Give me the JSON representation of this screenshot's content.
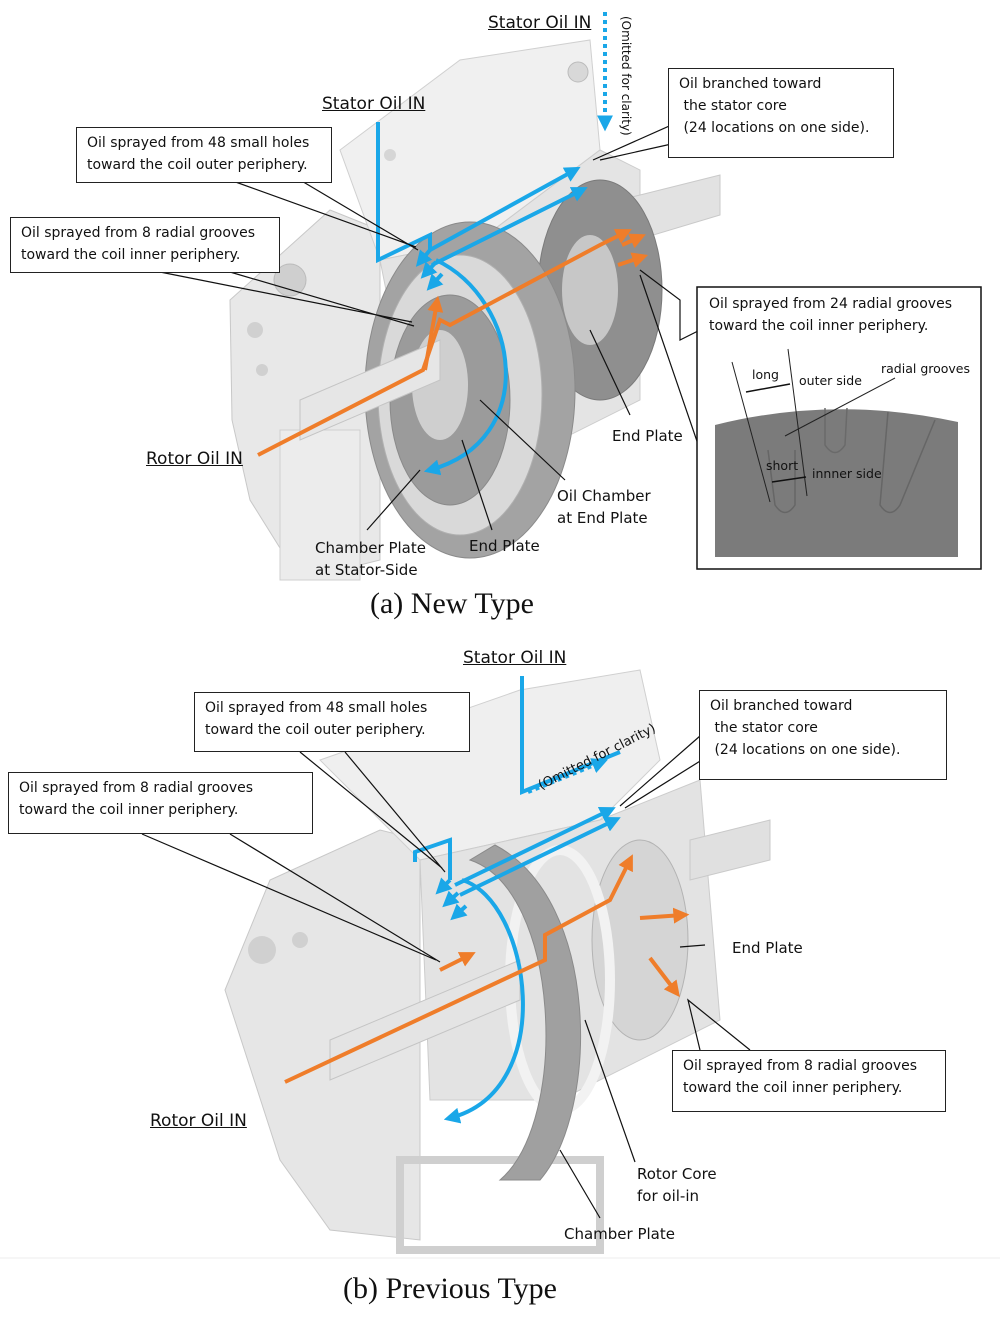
{
  "panel_a": {
    "caption": "(a) New Type",
    "stator_oil_in_top": "Stator Oil IN",
    "stator_oil_in_mid": "Stator Oil IN",
    "omitted_note": "(Omitted for clarity)",
    "rotor_oil_in": "Rotor Oil IN",
    "callouts": {
      "small_holes": "Oil sprayed from 48 small holes\ntoward the coil outer periphery.",
      "radial_grooves_8": "Oil sprayed from 8 radial grooves\ntoward the coil inner periphery.",
      "branched": "Oil branched toward\n the stator core\n (24 locations on one side).",
      "radial_grooves_24": "Oil sprayed from 24 radial grooves\ntoward the coil inner periphery."
    },
    "inset": {
      "long": "long",
      "outer_side": "outer side",
      "radial_grooves": "radial grooves",
      "short": "short",
      "inner_side": "innner side"
    },
    "labels": {
      "end_plate_right": "End Plate",
      "oil_chamber": "Oil Chamber\nat End Plate",
      "end_plate_bottom": "End Plate",
      "chamber_plate_stator": "Chamber Plate\nat Stator-Side"
    }
  },
  "panel_b": {
    "caption": "(b) Previous Type",
    "stator_oil_in": "Stator Oil IN",
    "omitted_note": "(Omitted for clarity)",
    "rotor_oil_in": "Rotor Oil IN",
    "callouts": {
      "small_holes": "Oil sprayed from 48 small holes\ntoward the coil outer periphery.",
      "radial_grooves_left": "Oil sprayed from 8 radial grooves\ntoward the coil inner periphery.",
      "branched": "Oil branched toward\n the stator core\n (24 locations on one side).",
      "radial_grooves_right": "Oil sprayed from 8 radial grooves\ntoward the coil inner periphery."
    },
    "labels": {
      "end_plate": "End Plate",
      "rotor_core": "Rotor Core\nfor oil-in",
      "chamber_plate": "Chamber Plate"
    }
  },
  "colors": {
    "stator_oil": "#1aa7e8",
    "rotor_oil": "#ef7d2a",
    "housing": "#e6e6e6",
    "plate": "#9a9a9a"
  }
}
